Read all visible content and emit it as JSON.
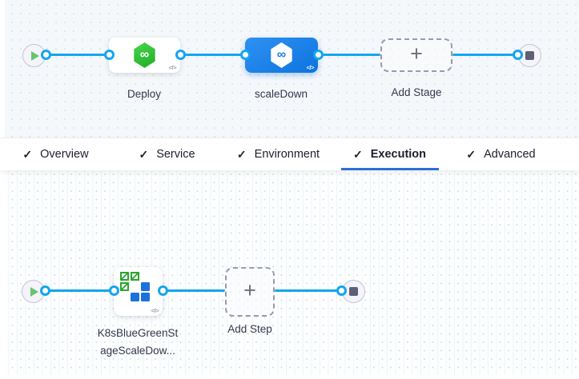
{
  "stage_pipeline": {
    "stages": [
      {
        "name": "Deploy",
        "type": "deployment-stage",
        "selected": false
      },
      {
        "name": "scaleDown",
        "type": "deployment-stage",
        "selected": true
      }
    ],
    "add_stage_label": "Add Stage"
  },
  "tabs": {
    "items": [
      {
        "label": "Overview",
        "checked": true,
        "active": false
      },
      {
        "label": "Service",
        "checked": true,
        "active": false
      },
      {
        "label": "Environment",
        "checked": true,
        "active": false
      },
      {
        "label": "Execution",
        "checked": true,
        "active": true
      },
      {
        "label": "Advanced",
        "checked": true,
        "active": false
      }
    ]
  },
  "execution_pipeline": {
    "steps": [
      {
        "name_lines": [
          "K8sBlueGreenSt",
          "ageScaleDow..."
        ],
        "type": "k8s-blue-green-stage-scale-down"
      }
    ],
    "add_step_label": "Add Step"
  },
  "glyphs": {
    "check": "✓",
    "plus": "+",
    "infinity": "∞",
    "code_toggle": "</>"
  },
  "colors": {
    "connector_blue": "#14a5ef",
    "selected_stage_blue": "#1d85ea",
    "tab_underline_blue": "#2e6fd3",
    "stage_icon_green": "#2fbe33",
    "k8s_square_green": "#2ca42e",
    "k8s_square_blue": "#1b72dd"
  }
}
